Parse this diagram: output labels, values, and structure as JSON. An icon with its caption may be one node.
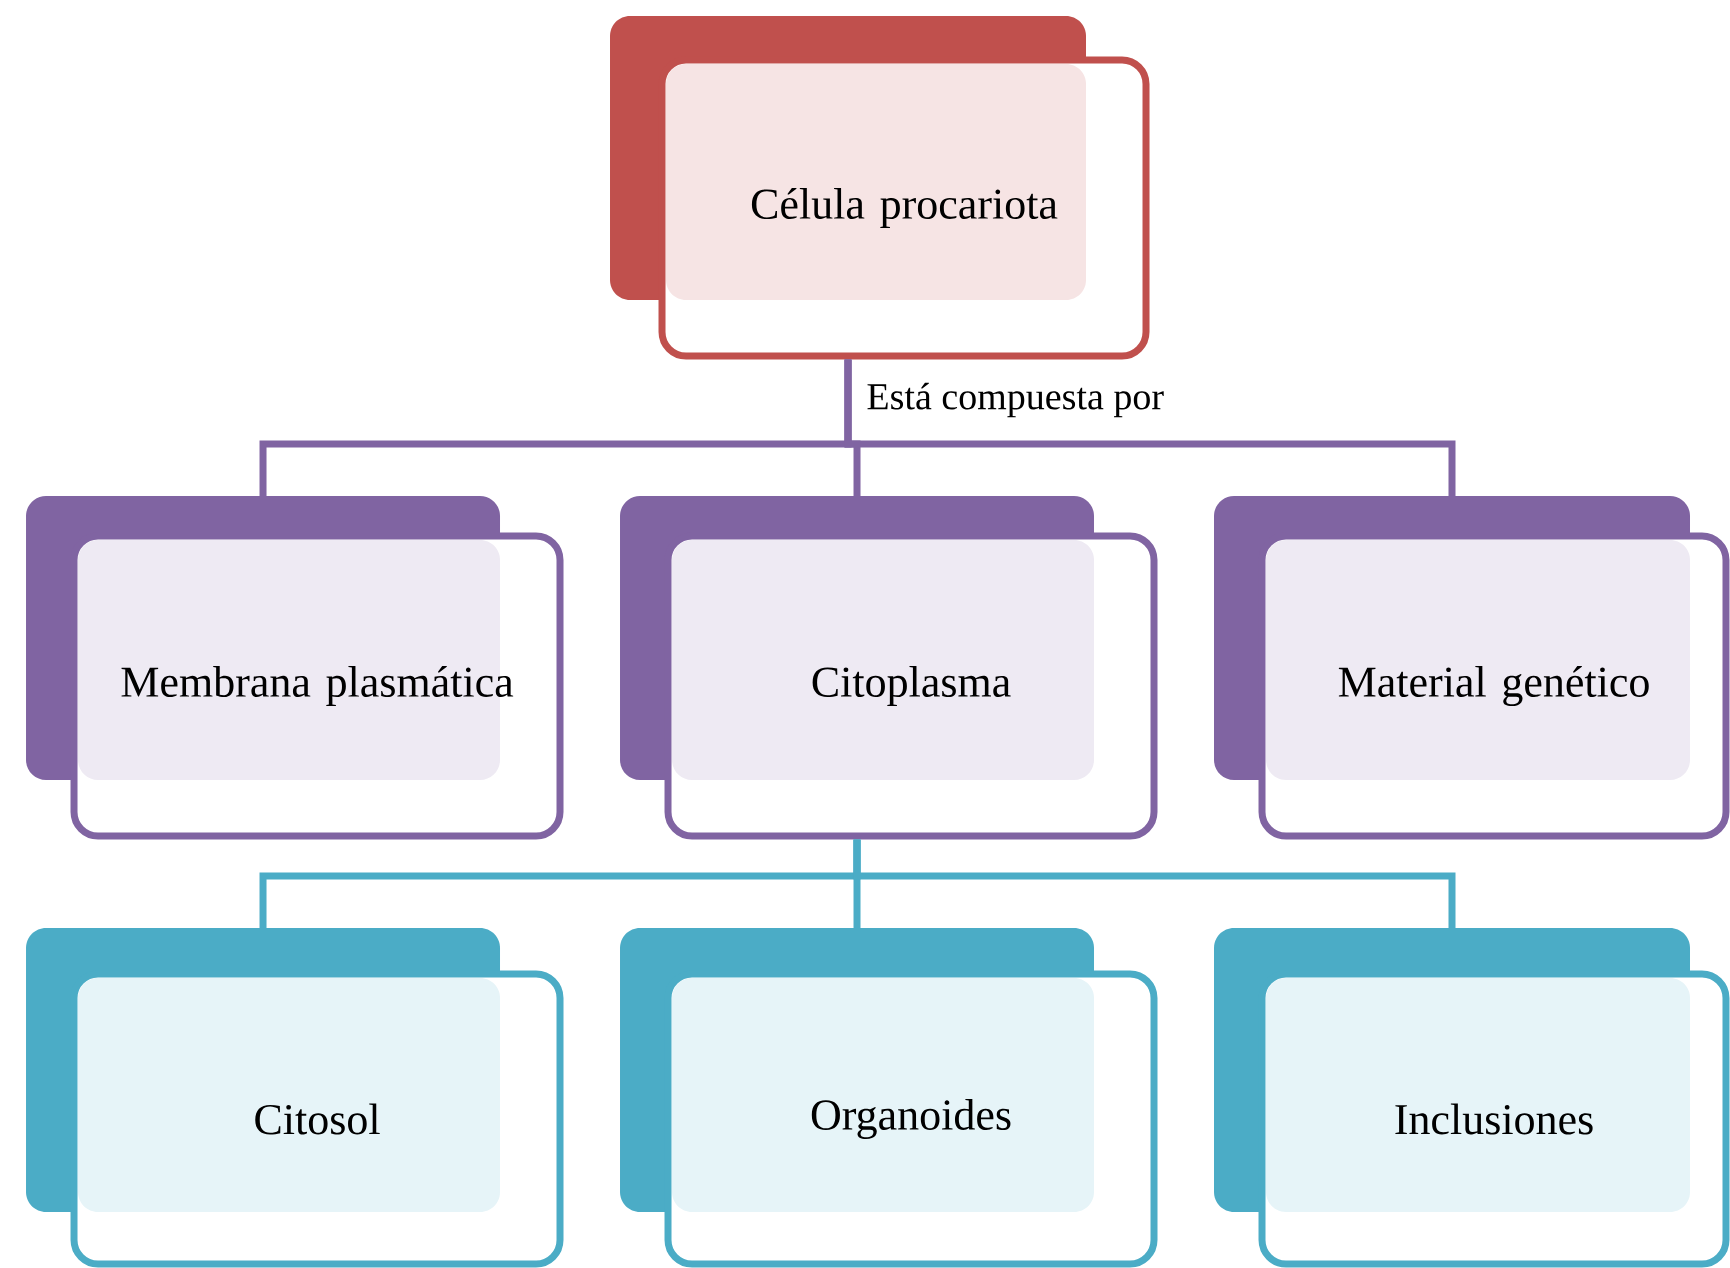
{
  "diagram": {
    "nodes": [
      {
        "text": [
          "Célula procariota"
        ]
      },
      {
        "text": [
          "Membrana plasmática"
        ]
      },
      {
        "text": [
          "Citoplasma"
        ]
      },
      {
        "text": [
          "Material genético"
        ]
      },
      {
        "text": [
          "Citosol"
        ]
      },
      {
        "text": [
          "Organoides"
        ]
      },
      {
        "text": [
          "Inclusiones"
        ]
      }
    ],
    "edges": [
      {
        "from": 0,
        "to": 1,
        "arrow": "none",
        "color": "#8064a2"
      },
      {
        "from": 0,
        "to": 2,
        "arrow": "none",
        "color": "#8064a2",
        "label": "Está compuesta por"
      },
      {
        "from": 0,
        "to": 3,
        "arrow": "none",
        "color": "#8064a2"
      },
      {
        "from": 2,
        "to": 4,
        "arrow": "none",
        "color": "#4bacc6"
      },
      {
        "from": 2,
        "to": 5,
        "arrow": "none",
        "color": "#4bacc6"
      },
      {
        "from": 2,
        "to": 6,
        "arrow": "none",
        "color": "#4bacc6"
      }
    ]
  }
}
